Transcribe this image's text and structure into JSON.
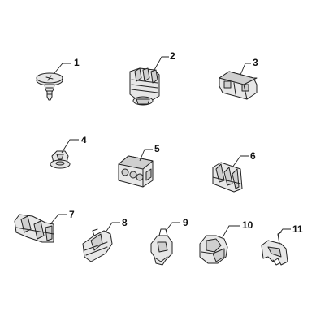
{
  "parts": [
    {
      "id": "part-1",
      "label": "1"
    },
    {
      "id": "part-2",
      "label": "2"
    },
    {
      "id": "part-3",
      "label": "3"
    },
    {
      "id": "part-4",
      "label": "4"
    },
    {
      "id": "part-5",
      "label": "5"
    },
    {
      "id": "part-6",
      "label": "6"
    },
    {
      "id": "part-7",
      "label": "7"
    },
    {
      "id": "part-8",
      "label": "8"
    },
    {
      "id": "part-9",
      "label": "9"
    },
    {
      "id": "part-10",
      "label": "10"
    },
    {
      "id": "part-11",
      "label": "11"
    }
  ]
}
